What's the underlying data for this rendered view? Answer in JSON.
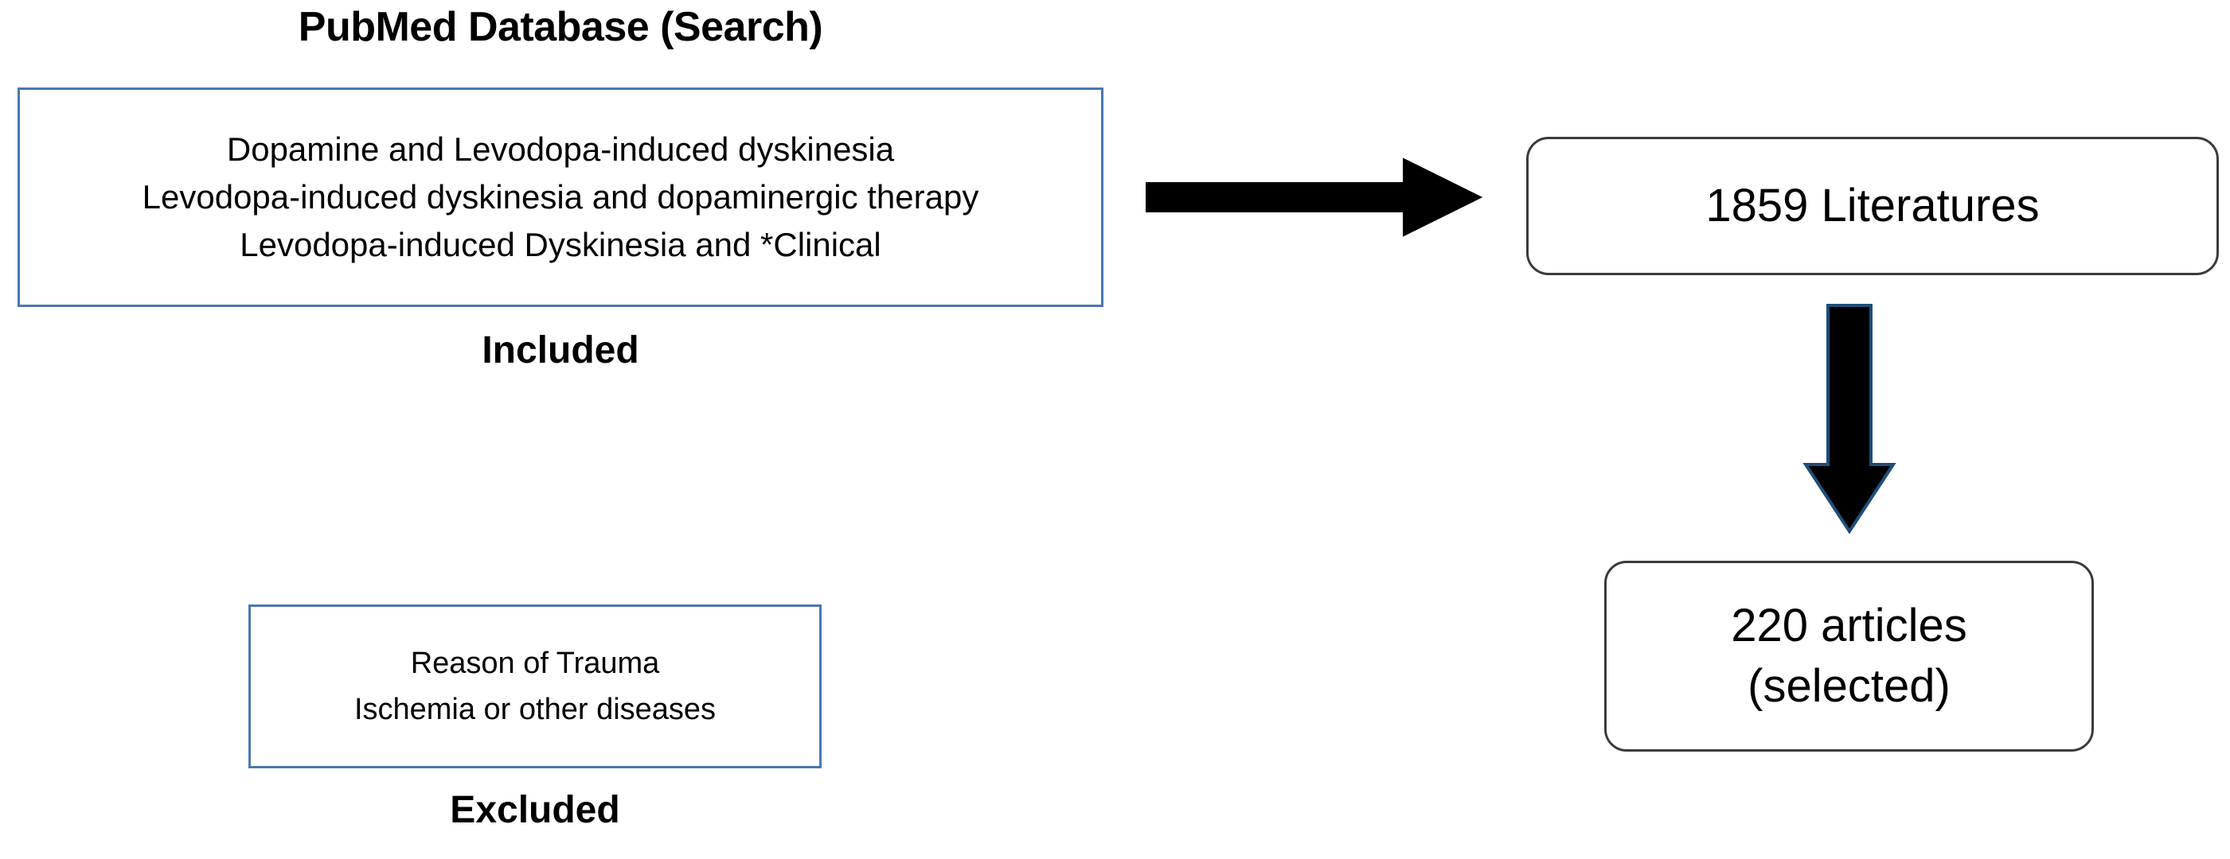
{
  "diagram": {
    "search_title": "PubMed Database (Search)",
    "search_box": {
      "lines": [
        "Dopamine and Levodopa-induced dyskinesia",
        "Levodopa-induced dyskinesia and dopaminergic therapy",
        "Levodopa-induced Dyskinesia and *Clinical"
      ],
      "caption": "Included",
      "border_color": "#4a77b0"
    },
    "exclusion_box": {
      "lines": [
        "Reason of Trauma",
        "Ischemia or other diseases"
      ],
      "caption": "Excluded",
      "border_color": "#4a77b0"
    },
    "results": [
      {
        "id": "literatures",
        "lines": [
          "1859 Literatures"
        ],
        "border_color": "#3b3b3b"
      },
      {
        "id": "selected",
        "lines": [
          "220 articles",
          "(selected)"
        ],
        "border_color": "#3b3b3b"
      }
    ],
    "arrows": [
      {
        "name": "search-to-literatures-arrow",
        "direction": "right",
        "fill_color": "#000000",
        "outline_color": "#000000"
      },
      {
        "name": "literatures-to-selected-arrow",
        "direction": "down",
        "fill_color": "#000000",
        "outline_color": "#1f4e79"
      }
    ]
  }
}
